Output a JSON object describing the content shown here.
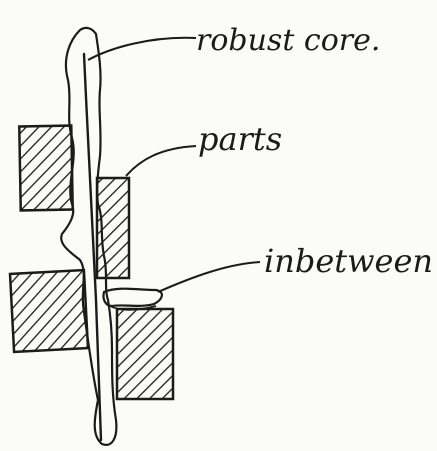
{
  "labels": {
    "core": "robust core.",
    "parts": "parts",
    "between": "inbetween"
  },
  "colors": {
    "ink": "#1b1b1b",
    "paper": "#fbfbf8"
  }
}
